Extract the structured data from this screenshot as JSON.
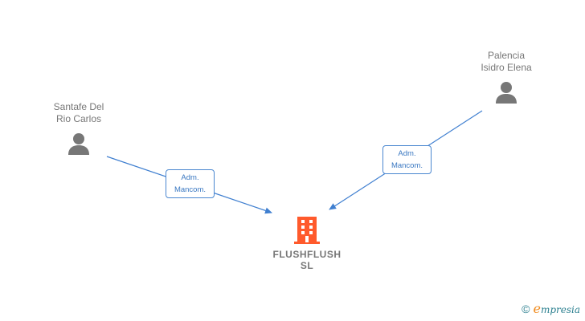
{
  "nodes": {
    "person1": {
      "name": "Santafe Del\nRio Carlos",
      "icon": "person-icon"
    },
    "person2": {
      "name": "Palencia\nIsidro Elena",
      "icon": "person-icon"
    },
    "company": {
      "name": "FLUSHFLUSH\nSL",
      "icon": "building-icon",
      "color": "#ff5a2c"
    }
  },
  "edges": [
    {
      "from": "person1",
      "to": "company",
      "label": "Adm.\nMancom."
    },
    {
      "from": "person2",
      "to": "company",
      "label": "Adm.\nMancom."
    }
  ],
  "colors": {
    "edge": "#3f7fd0",
    "person": "#777777"
  },
  "footer": {
    "copyright_symbol": "©",
    "brand_initial": "e",
    "brand_rest": "mpresia"
  }
}
